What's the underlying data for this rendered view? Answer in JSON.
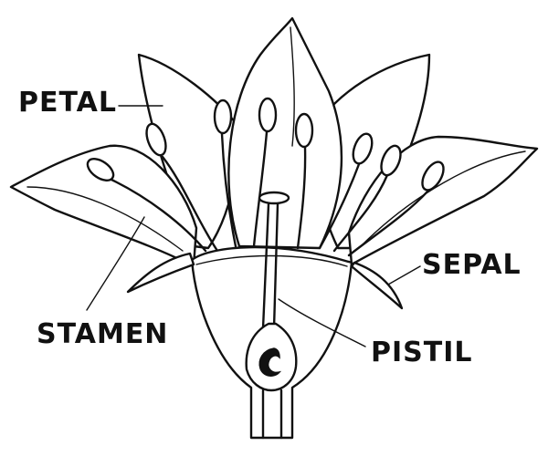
{
  "labels": {
    "petal": "PETAL",
    "sepal": "SEPAL",
    "stamen": "STAMEN",
    "pistil": "PISTIL"
  },
  "colors": {
    "ink": "#111111",
    "background": "#ffffff"
  }
}
